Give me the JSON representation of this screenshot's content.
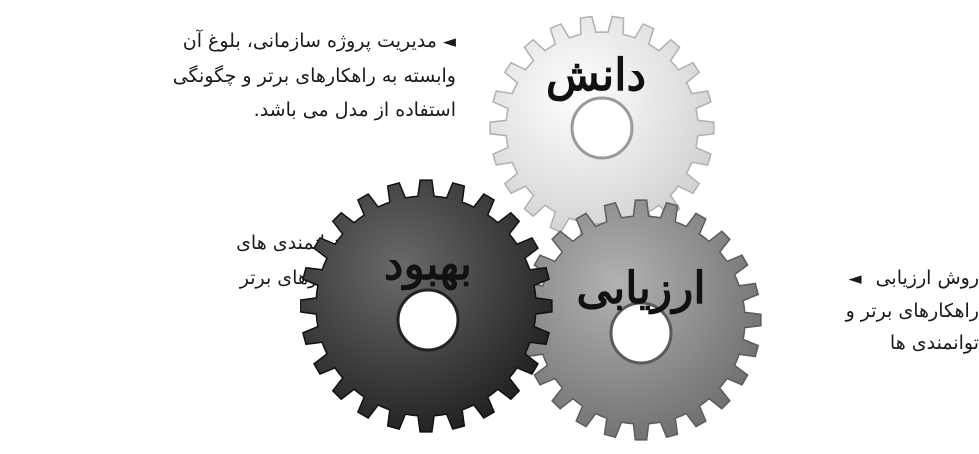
{
  "notes": {
    "top": {
      "marker": "◄",
      "lines": [
        "مدیریت پروژه سازمانی، بلوغ آن",
        "وابسته به راهکارهای برتر و چگونگی",
        "استفاده از مدل می باشد."
      ]
    },
    "middle": {
      "marker": "◄",
      "lines": [
        "ترتیب توسعه توانمندی های",
        "تشکیل دهنده راهکارهای برتر"
      ]
    },
    "right": {
      "marker": "◄",
      "lines": [
        "روش ارزیابی",
        "راهکارهای برتر و",
        "توانمندی ها"
      ]
    }
  },
  "gears": {
    "knowledge": {
      "label": "دانش",
      "color": "#e9e9e9"
    },
    "improvement": {
      "label": "بهبود",
      "color": "#3a3a3a"
    },
    "evaluation": {
      "label": "ارزیابی",
      "color": "#8c8c8c"
    }
  }
}
